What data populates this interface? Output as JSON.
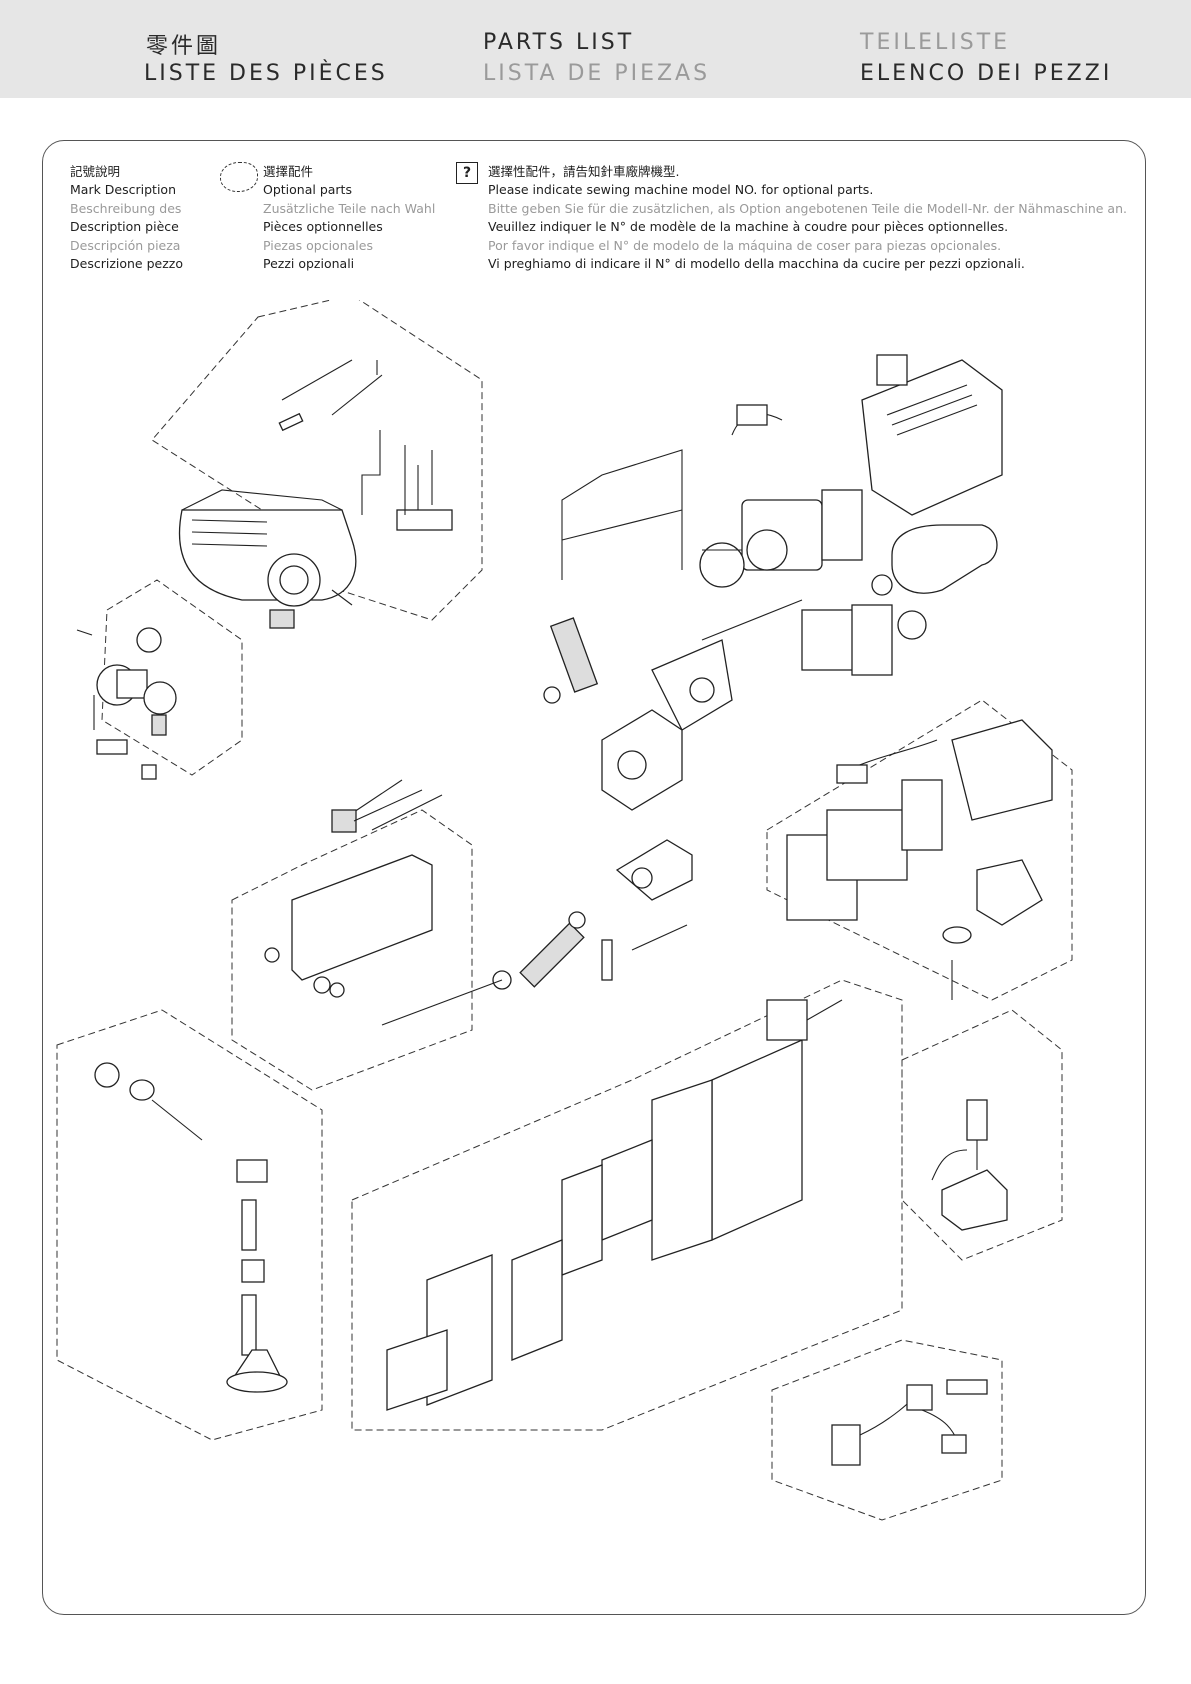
{
  "header": {
    "row1": [
      "零件圖",
      "PARTS LIST",
      "TEILELISTE"
    ],
    "row2": [
      "LISTE DES PIÈCES",
      "LISTA DE PIEZAS",
      "ELENCO DEI PEZZI"
    ]
  },
  "legend": {
    "mark_description": [
      "記號說明",
      "Mark Description",
      "Beschreibung des",
      "Description pièce",
      "Descripción pieza",
      "Descrizione pezzo"
    ],
    "optional_parts": [
      "選擇配件",
      "Optional parts",
      "Zusätzliche Teile nach Wahl",
      "Pièces optionnelles",
      "Piezas opcionales",
      "Pezzi opzionali"
    ],
    "model_note_mark": "?",
    "model_note": [
      "選擇性配件，請告知針車廠牌機型.",
      "Please indicate sewing machine model NO. for optional parts.",
      "Bitte geben Sie für die zusätzlichen, als Option angebotenen Teile die Modell-Nr. der Nähmaschine an.",
      "Veuillez indiquer le N° de modèle de la machine à coudre pour pièces optionnelles.",
      "Por favor indique el N° de modelo de la máquina de coser para piezas opcionales.",
      "Vi preghiamo di indicare il N° di modello della macchina da cucire per pezzi opzionali."
    ]
  },
  "colors": {
    "header_bg": "#e6e6e6",
    "dark_text": "#2a2a2a",
    "light_text": "#9a9a9a",
    "line": "#222222"
  }
}
